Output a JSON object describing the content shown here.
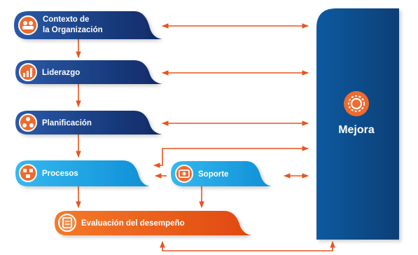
{
  "colors": {
    "navy": "#1b3f86",
    "navy_dark": "#0f2a66",
    "blue": "#14a3e6",
    "orange": "#ee5a1a",
    "panel": "#0c4f8c",
    "arrow": "#e8541e",
    "icon_circle": "#ee6a2e"
  },
  "steps": {
    "contexto": {
      "line1": "Contexto de",
      "line2": "la Organización",
      "icon": "people-icon"
    },
    "liderazgo": {
      "label": "Liderazgo",
      "icon": "growth-chart-icon"
    },
    "planificacion": {
      "label": "Planificación",
      "icon": "network-icon"
    },
    "procesos": {
      "label": "Procesos",
      "icon": "process-icon"
    },
    "soporte": {
      "label": "Soporte",
      "icon": "support-icon"
    },
    "evaluacion": {
      "label": "Evaluación del desempeño",
      "icon": "document-icon"
    }
  },
  "mejora": {
    "label": "Mejora",
    "icon": "gear-cycle-icon"
  }
}
